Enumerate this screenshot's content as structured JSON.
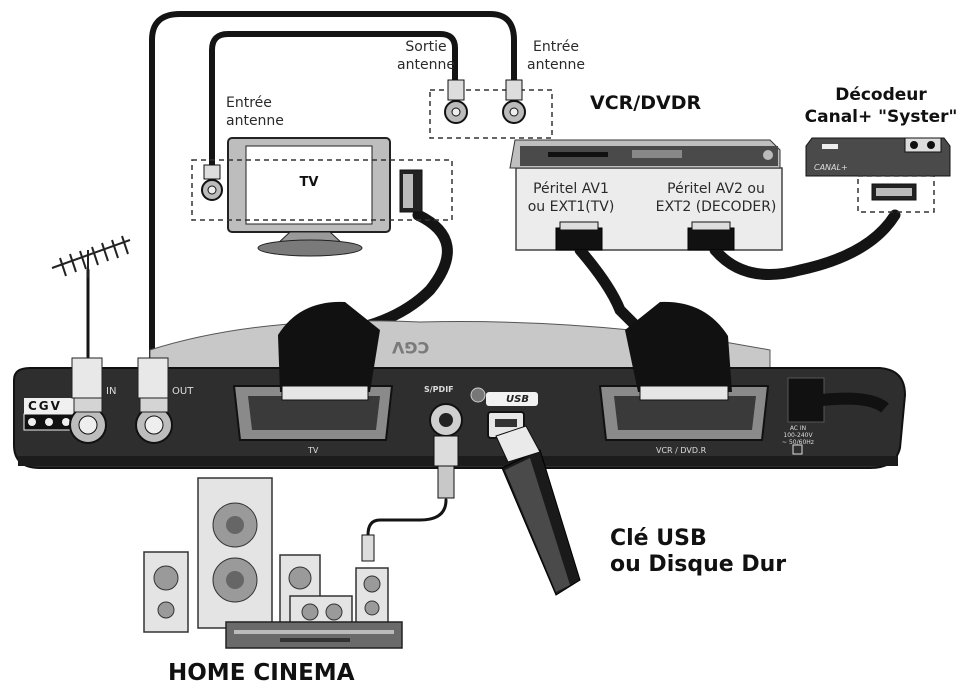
{
  "labels": {
    "sortie_antenne_1": "Sortie",
    "sortie_antenne_2": "antenne",
    "entree_antenne_vcr_1": "Entrée",
    "entree_antenne_vcr_2": "antenne",
    "entree_antenne_tv_1": "Entrée",
    "entree_antenne_tv_2": "antenne",
    "tv": "TV",
    "vcr_title": "VCR/DVDR",
    "peritel_av1_1": "Péritel AV1",
    "peritel_av1_2": "ou EXT1(TV)",
    "peritel_av2_1": "Péritel AV2 ou",
    "peritel_av2_2": "EXT2 (DECODER)",
    "decodeur_1": "Décodeur",
    "decodeur_2": "Canal+ \"Syster\"",
    "canal_plus_small": "CANAL+",
    "usb_title_1": "Clé USB",
    "usb_title_2": "ou Disque Dur",
    "home_cinema": "HOME CINEMA",
    "rear_in": "IN",
    "rear_out": "OUT",
    "rear_spdif": "S/PDIF",
    "rear_usb": "USB",
    "rear_tv": "TV",
    "rear_vcr": "VCR / DVD.R",
    "rear_logo": "CGV",
    "rear_ac_1": "AC IN",
    "rear_ac_2": "100-240V",
    "rear_ac_3": "~ 50/60Hz",
    "top_logo": "CGV"
  },
  "colors": {
    "cable": "#141414",
    "device_dark": "#2e2e2e",
    "device_mid": "#777777",
    "device_light": "#d9d9d9",
    "dashed": "#333333"
  }
}
